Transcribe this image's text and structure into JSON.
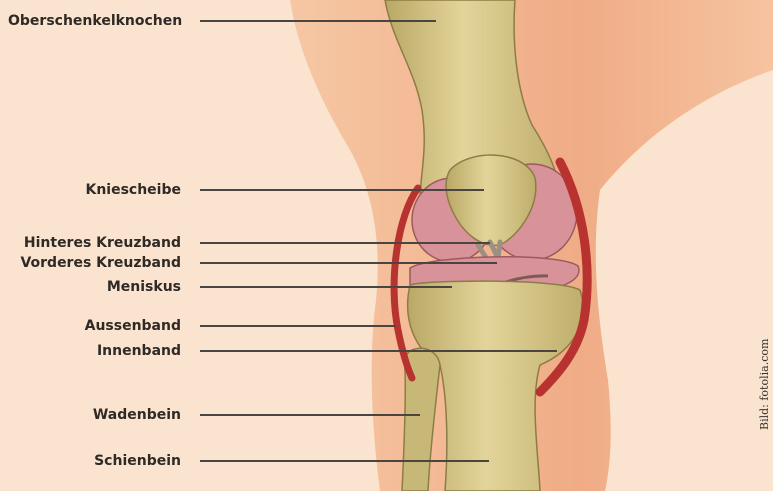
{
  "labels": {
    "femur": "Oberschenkelknochen",
    "patella": "Kniescheibe",
    "posterior_cruciate": "Hinteres Kreuzband",
    "anterior_cruciate": "Vorderes Kreuzband",
    "meniscus": "Meniskus",
    "lateral_ligament": "Aussenband",
    "medial_ligament": "Innenband",
    "fibula": "Wadenbein",
    "tibia": "Schienbein"
  },
  "credit": "Bild: fotolia.com",
  "colors": {
    "background": "#fbe4cf",
    "skin": "#f2b58f",
    "bone": "#d9c98a",
    "ligament": "#b8332f",
    "meniscus": "#d8929a",
    "leader_line": "#4a4540"
  }
}
